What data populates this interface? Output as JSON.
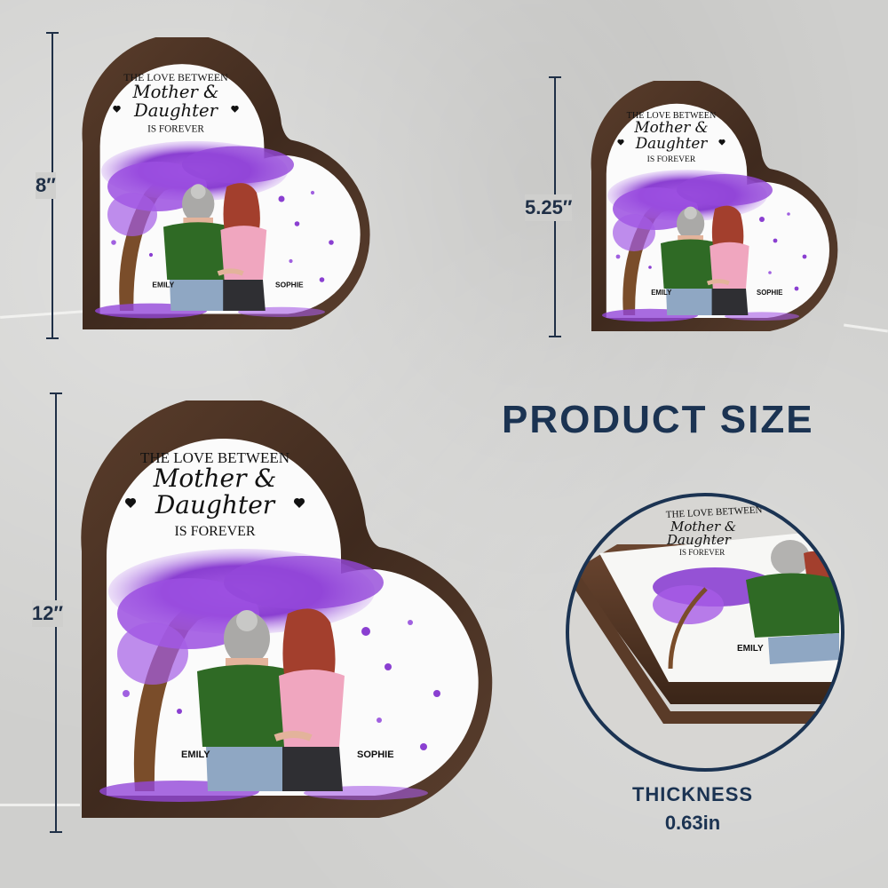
{
  "heading": "PRODUCT SIZE",
  "thickness": {
    "label": "THICKNESS",
    "value": "0.63in"
  },
  "sizes": {
    "medium": "8″",
    "small": "5.25″",
    "large": "12″"
  },
  "plaque": {
    "line1": "THE LOVE BETWEEN",
    "line2": "Mother &",
    "line3": "Daughter",
    "line4": "IS FOREVER",
    "name_left": "EMILY",
    "name_right": "SOPHIE"
  },
  "colors": {
    "frame": "#4a3325",
    "text": "#1b3352",
    "purple": "#8a3fd1",
    "green_top": "#2f6a25",
    "pink_top": "#f0a6bf"
  }
}
